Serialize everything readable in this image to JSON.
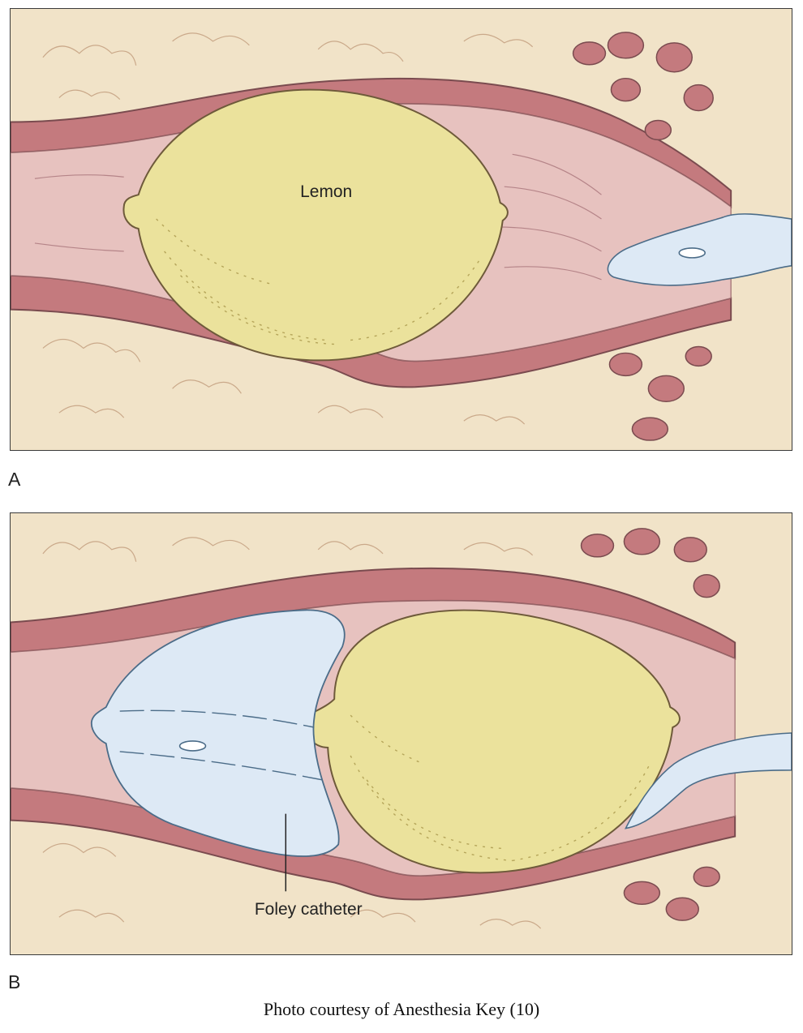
{
  "panels": [
    {
      "letter": "A",
      "labels": {
        "lemon": "Lemon"
      }
    },
    {
      "letter": "B",
      "labels": {
        "catheter": "Foley catheter"
      }
    }
  ],
  "credit": "Photo courtesy of Anesthesia Key (10)",
  "colors": {
    "tissue_fat": "#f1e3c8",
    "muscle": "#c47a7e",
    "canal_lumen": "#e7c2bf",
    "lemon": "#ebe29c",
    "catheter": "#dde9f5",
    "outline": "#7a4b4f"
  }
}
